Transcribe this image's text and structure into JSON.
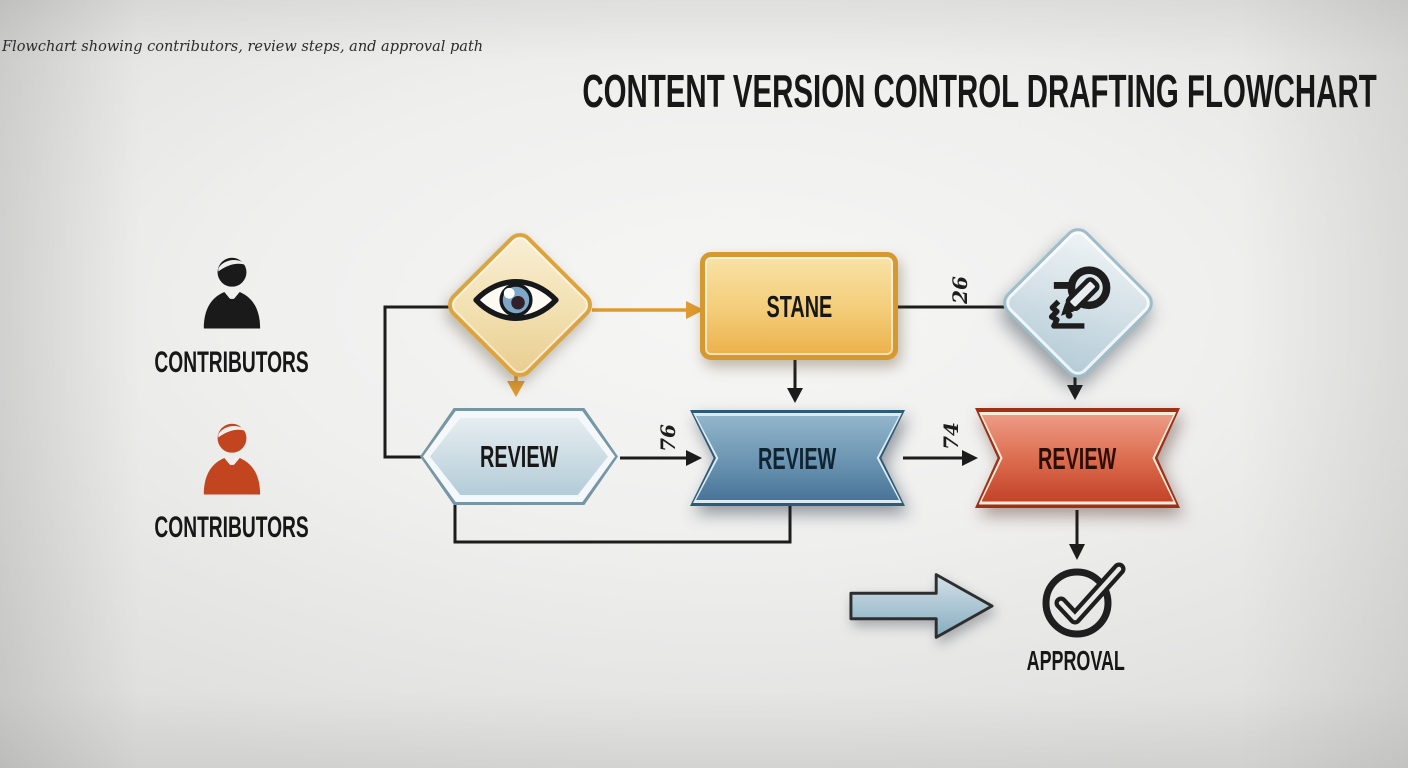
{
  "caption": "Flowchart showing contributors, review steps, and approval path",
  "title": "CONTENT VERSION CONTROL DRAFTING FLOWCHART",
  "contributors": {
    "first": {
      "label": "CONTRIBUTORS",
      "color": "#1a1a1a",
      "icon": "person-icon"
    },
    "second": {
      "label": "CONTRIBUTORS",
      "color": "#c2451f",
      "icon": "person-icon"
    }
  },
  "nodes": {
    "observe": {
      "icon": "eye-icon"
    },
    "stane": {
      "label": "STANE"
    },
    "edit": {
      "icon": "pencil-edit-icon"
    },
    "review_hex": {
      "label": "REVIEW"
    },
    "review_mid": {
      "label": "REVIEW"
    },
    "review_red": {
      "label": "REVIEW"
    },
    "approval": {
      "label": "APPROVAL",
      "icon": "check-circle-icon"
    }
  },
  "edge_labels": {
    "stane_to_edit": "26",
    "hex_to_mid": "76",
    "mid_to_red": "74"
  },
  "colors": {
    "observe_diamond_border": "#dca43e",
    "stane_border": "#d5992f",
    "edit_diamond_border": "#9dbdcb",
    "hex_review_border": "#7796a5",
    "mid_review_border": "#2d5b78",
    "red_review_border": "#9e3018",
    "contributor_black": "#1a1a1a",
    "contributor_red": "#c2451f",
    "big_arrow_fill_top": "#d3e1e8",
    "big_arrow_fill_bottom": "#86acc0",
    "connector_black": "#1c1c1c",
    "connector_orange": "#e09a30"
  }
}
